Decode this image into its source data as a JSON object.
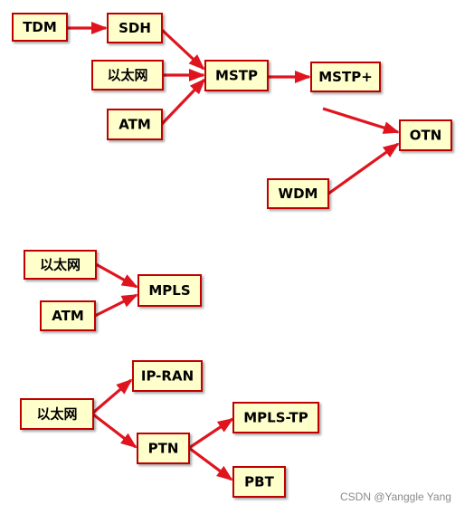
{
  "nodes": [
    {
      "id": "tdm",
      "label": "TDM"
    },
    {
      "id": "sdh",
      "label": "SDH"
    },
    {
      "id": "eth1",
      "label": "以太网"
    },
    {
      "id": "atm1",
      "label": "ATM"
    },
    {
      "id": "mstp",
      "label": "MSTP"
    },
    {
      "id": "mstpp",
      "label": "MSTP+"
    },
    {
      "id": "otn",
      "label": "OTN"
    },
    {
      "id": "wdm",
      "label": "WDM"
    },
    {
      "id": "eth2",
      "label": "以太网"
    },
    {
      "id": "atm2",
      "label": "ATM"
    },
    {
      "id": "mpls",
      "label": "MPLS"
    },
    {
      "id": "ipran",
      "label": "IP-RAN"
    },
    {
      "id": "eth3",
      "label": "以太网"
    },
    {
      "id": "ptn",
      "label": "PTN"
    },
    {
      "id": "mplstp",
      "label": "MPLS-TP"
    },
    {
      "id": "pbt",
      "label": "PBT"
    }
  ],
  "edges": [
    {
      "from": "tdm",
      "to": "sdh"
    },
    {
      "from": "sdh",
      "to": "mstp"
    },
    {
      "from": "eth1",
      "to": "mstp"
    },
    {
      "from": "atm1",
      "to": "mstp"
    },
    {
      "from": "mstp",
      "to": "mstpp"
    },
    {
      "from": "mstpp",
      "to": "otn"
    },
    {
      "from": "wdm",
      "to": "otn"
    },
    {
      "from": "eth2",
      "to": "mpls"
    },
    {
      "from": "atm2",
      "to": "mpls"
    },
    {
      "from": "eth3",
      "to": "ipran"
    },
    {
      "from": "eth3",
      "to": "ptn"
    },
    {
      "from": "ptn",
      "to": "mplstp"
    },
    {
      "from": "ptn",
      "to": "pbt"
    }
  ],
  "watermark": "CSDN @Yanggle Yang",
  "colors": {
    "box_fill": "#ffffcc",
    "box_border": "#c00000",
    "arrow": "#e0141e"
  }
}
